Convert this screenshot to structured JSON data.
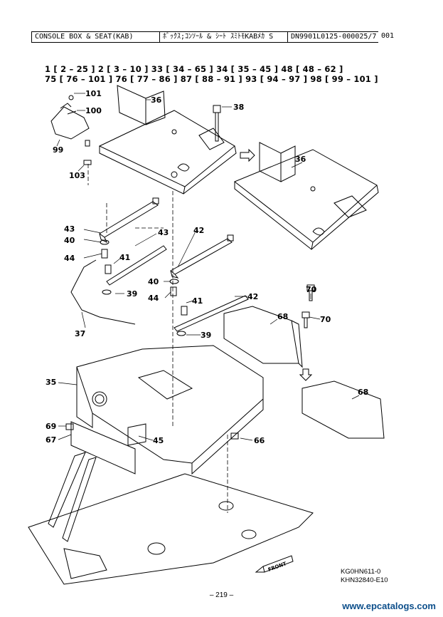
{
  "header": {
    "title": "CONSOLE BOX & SEAT(KAB)",
    "jp_title": "ﾎﾞｯｸｽ;ｺﾝｿｰﾙ & ｼｰﾄ ｽﾐﾄﾓKABﾒｶ S",
    "doc_no": "DN9901L0125-00",
    "seq": "002",
    "page_frac": "5/7",
    "section": "001"
  },
  "ref_lines": [
    "1 [ 2 – 25 ]   2 [ 3 – 10 ]   33 [ 34 – 65 ]   34 [ 35 – 45 ]   48 [ 48 – 62 ]",
    "75 [ 76 – 101 ]   76 [ 77 – 86 ]   87 [ 88 – 91 ]   93 [ 94 – 97 ]   98 [ 99 – 101 ]"
  ],
  "callouts": [
    "101",
    "100",
    "99",
    "103",
    "36",
    "38",
    "36",
    "43",
    "40",
    "44",
    "41",
    "39",
    "43",
    "42",
    "40",
    "44",
    "41",
    "42",
    "39",
    "37",
    "70",
    "70",
    "68",
    "68",
    "35",
    "69",
    "67",
    "45",
    "66"
  ],
  "front_label": "FRONT",
  "figure_codes": [
    "KG0HN611-0",
    "KHN32840-E10"
  ],
  "page_number": "– 219 –",
  "watermark": "www.epcatalogs.com"
}
